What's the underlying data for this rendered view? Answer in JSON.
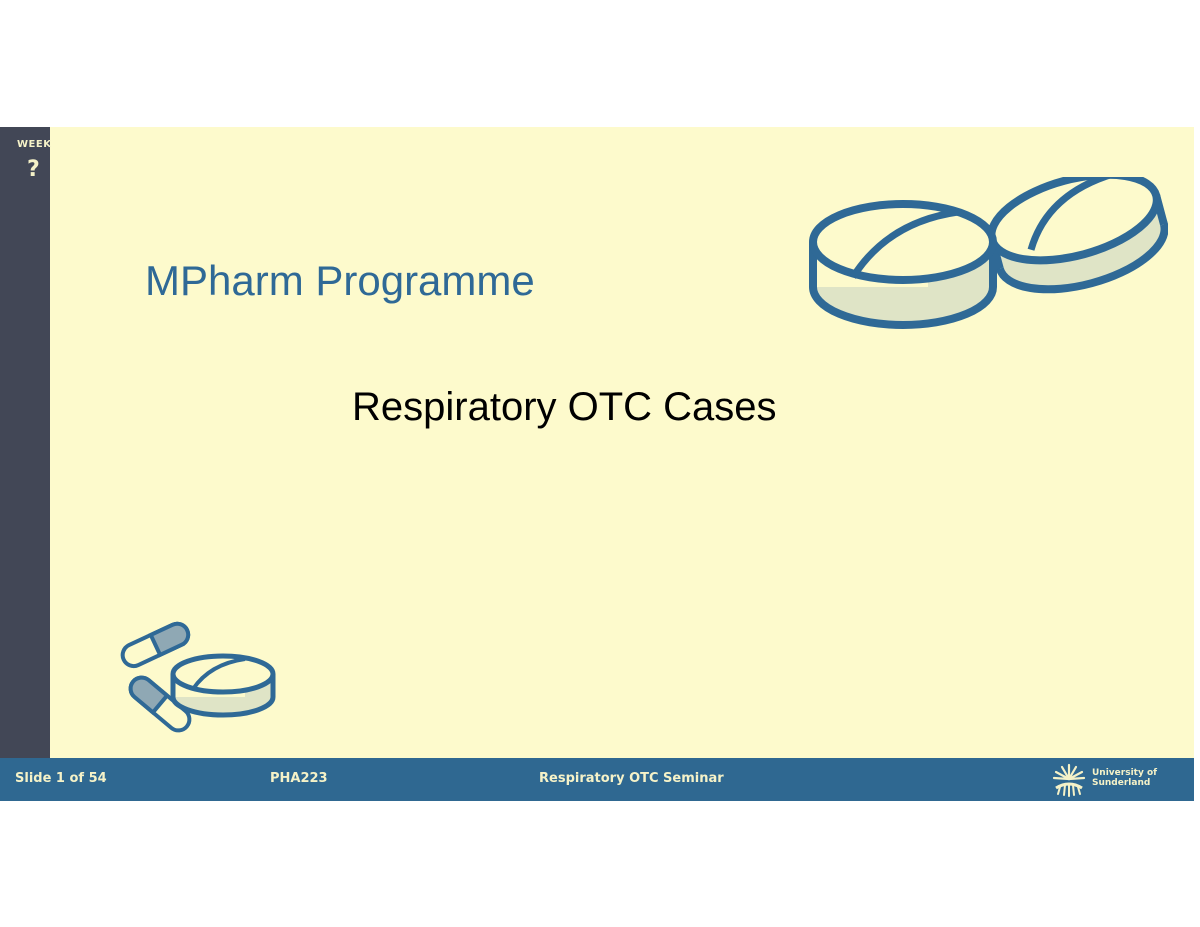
{
  "sidebar": {
    "week_label": "WEEK",
    "week_number": "?"
  },
  "slide": {
    "title": "MPharm Programme",
    "subtitle": "Respiratory OTC Cases",
    "colors": {
      "background": "#fdfacc",
      "sidebar": "#424756",
      "title": "#2f6996",
      "footer": "#2f6891"
    }
  },
  "footer": {
    "slide_counter": "Slide 1 of 54",
    "module_code": "PHA223",
    "presentation_title": "Respiratory OTC Seminar",
    "logo": {
      "line1": "University of",
      "line2": "Sunderland"
    }
  },
  "icons": {
    "top_right": "tablets-icon",
    "bottom_left": "pills-capsules-icon",
    "logo": "sunburst-logo-icon"
  }
}
